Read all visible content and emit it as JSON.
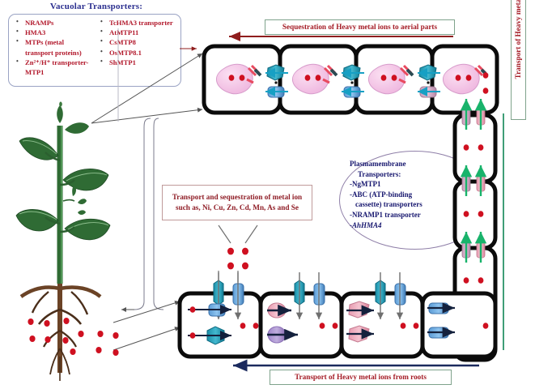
{
  "figure": {
    "vacuolar_box": {
      "title": "Vacuolar Transporters:",
      "column_left": [
        "NRAMPs",
        "HMA3",
        "MTPs (metal",
        "transport  proteins)",
        "Zn²⁺/H⁺ transporter-",
        "MTP1"
      ],
      "column_right": [
        "TcHMA3 transporter",
        "AtMTP11",
        "CsMTP8",
        "OsMTP8.1",
        "ShMTP1"
      ]
    },
    "banner_top": "Sequestration of Heavy metal ions to aerial parts",
    "banner_bottom": "Transport of Heavy metal ions from roots",
    "banner_side": "Transport of Heavy metal ions to aerial parts",
    "description_box": "Transport and sequestration of metal ion such as, Ni, Cu, Zn, Cd, Mn, As and Se",
    "plasmamembrane_box": {
      "title_line1": "Plasmamembrane",
      "title_line2": "Transporters:",
      "items": [
        "-NgMTP1",
        "-ABC (ATP-binding",
        "cassette) transporters",
        "-NRAMP1 transporter",
        "-AhHMA4"
      ]
    },
    "labels": {
      "plant": "plant-illustration",
      "roots": "root-system-illustration",
      "upper_cells": "aerial-tissue-cell-row",
      "lower_cells": "root-tissue-cell-row",
      "right_cells": "vascular-transport-cell-column"
    },
    "colors": {
      "banner_text": "#a41b25",
      "banner_border": "#7fa38c",
      "vacuole_title": "#2b2f8f",
      "vacuole_item": "#b2182b",
      "pm_text": "#16166e",
      "metal_ion": "#cf1020",
      "cell_wall": "#0b0b0b",
      "vacuole_fill": "#f2c4e4",
      "transporter_teal": "#1b8fa8",
      "transporter_blue": "#5b9bd5",
      "transporter_pink": "#e8a0b4",
      "transporter_purple": "#9f86c9",
      "arrow_green": "#19b36b",
      "leaf_green": "#2f6b34",
      "root_brown": "#6b4326",
      "red_arrow": "#8f1d1d",
      "navy_arrow": "#1b2a5e"
    }
  }
}
